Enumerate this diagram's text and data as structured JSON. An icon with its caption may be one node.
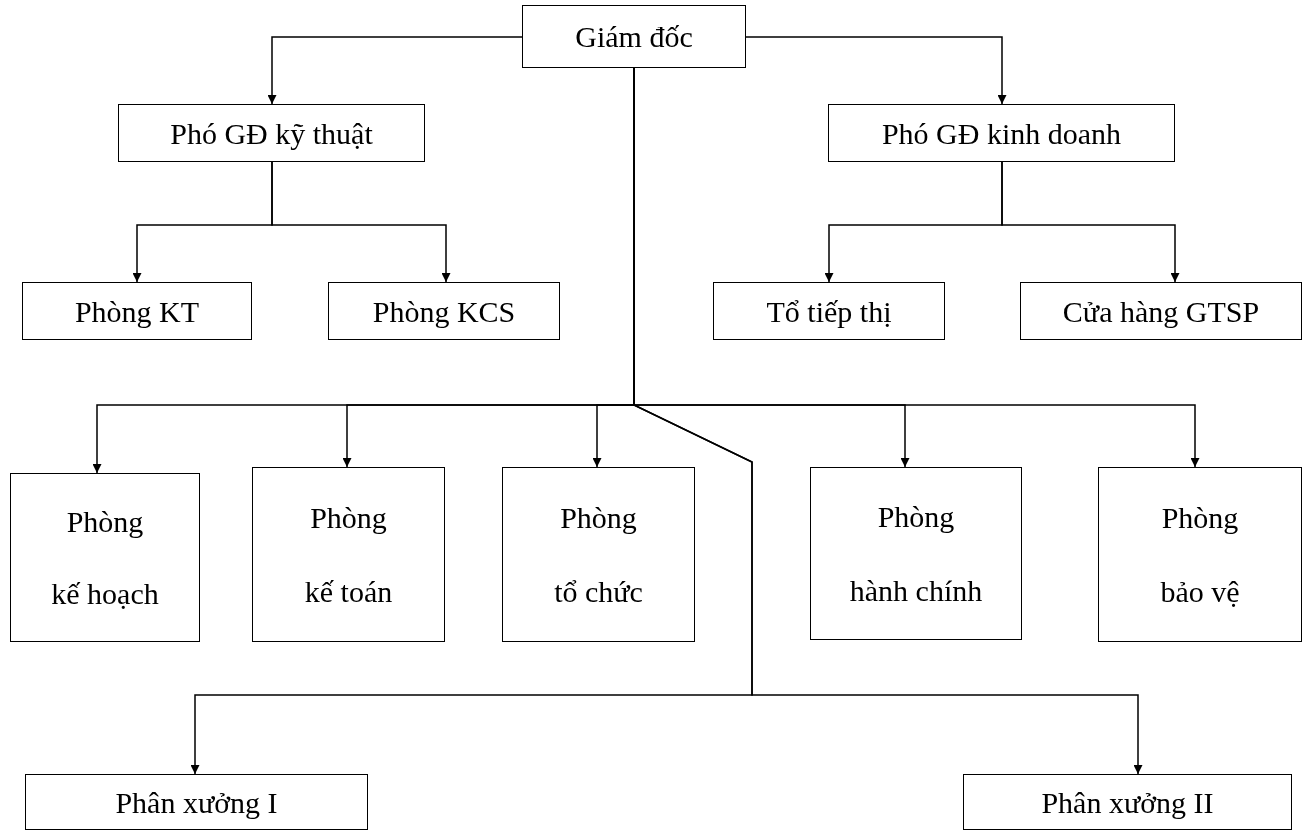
{
  "diagram": {
    "nodes": [
      {
        "text": [
          "Giám đốc"
        ]
      },
      {
        "text": [
          "Phó GĐ kỹ thuật"
        ]
      },
      {
        "text": [
          "Phó GĐ kinh doanh"
        ]
      },
      {
        "text": [
          "Phòng KT"
        ]
      },
      {
        "text": [
          "Phòng KCS"
        ]
      },
      {
        "text": [
          "Tổ tiếp thị"
        ]
      },
      {
        "text": [
          "Cửa hàng GTSP"
        ]
      },
      {
        "text": [
          "Phòng",
          "kế hoạch"
        ]
      },
      {
        "text": [
          "Phòng",
          "kế toán"
        ]
      },
      {
        "text": [
          "Phòng",
          "tổ chức"
        ]
      },
      {
        "text": [
          "Phòng",
          "hành chính"
        ]
      },
      {
        "text": [
          "Phòng",
          "bảo vệ"
        ]
      },
      {
        "text": [
          "Phân xưởng I"
        ]
      },
      {
        "text": [
          "Phân xưởng II"
        ]
      }
    ],
    "edges": [
      {
        "from": 0,
        "to": 1,
        "arrow": "to"
      },
      {
        "from": 0,
        "to": 2,
        "arrow": "to"
      },
      {
        "from": 1,
        "to": 3,
        "arrow": "to"
      },
      {
        "from": 1,
        "to": 4,
        "arrow": "to"
      },
      {
        "from": 2,
        "to": 5,
        "arrow": "to"
      },
      {
        "from": 2,
        "to": 6,
        "arrow": "to"
      },
      {
        "from": 0,
        "to": 7,
        "arrow": "to"
      },
      {
        "from": 0,
        "to": 8,
        "arrow": "to"
      },
      {
        "from": 0,
        "to": 9,
        "arrow": "to"
      },
      {
        "from": 0,
        "to": 10,
        "arrow": "to"
      },
      {
        "from": 0,
        "to": 11,
        "arrow": "to"
      },
      {
        "from": 0,
        "to": 12,
        "arrow": "to"
      },
      {
        "from": 0,
        "to": 13,
        "arrow": "to"
      }
    ]
  }
}
